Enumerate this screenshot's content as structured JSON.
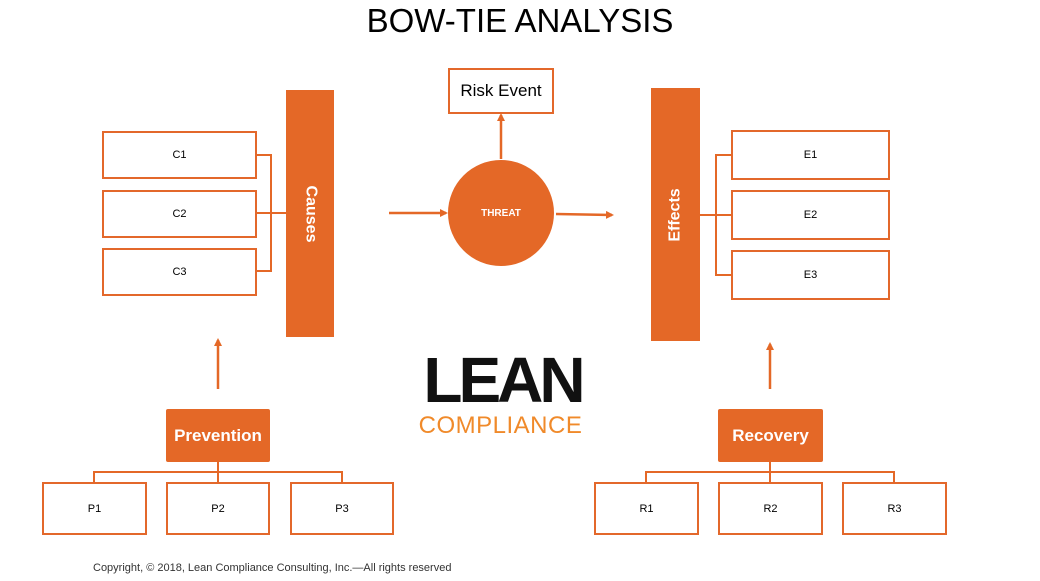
{
  "title": "BOW-TIE ANALYSIS",
  "colors": {
    "accent": "#e46827",
    "logo_orange": "#f08a2a",
    "text": "#000000"
  },
  "causes": {
    "label": "Causes",
    "items": [
      "C1",
      "C2",
      "C3"
    ]
  },
  "effects": {
    "label": "Effects",
    "items": [
      "E1",
      "E2",
      "E3"
    ]
  },
  "threat": {
    "label": "THREAT"
  },
  "risk_event": {
    "label": "Risk Event"
  },
  "prevention": {
    "label": "Prevention",
    "items": [
      "P1",
      "P2",
      "P3"
    ]
  },
  "recovery": {
    "label": "Recovery",
    "items": [
      "R1",
      "R2",
      "R3"
    ]
  },
  "logo": {
    "top": "LEAN",
    "bottom": "COMPLIANCE"
  },
  "footer": {
    "copyright": "Copyright, © 2018, Lean Compliance Consulting, Inc.—All rights reserved"
  }
}
